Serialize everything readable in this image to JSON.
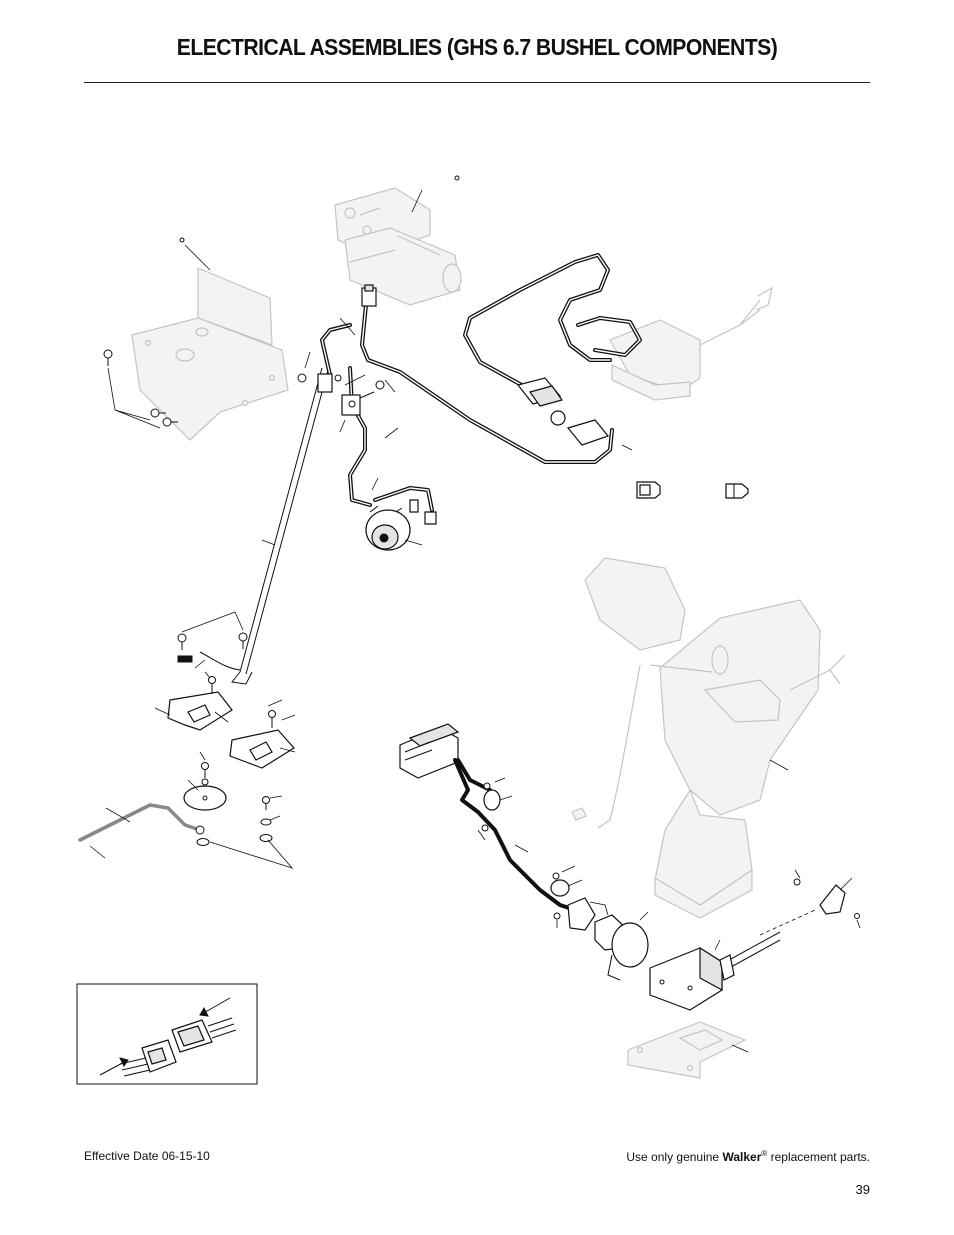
{
  "page": {
    "title": "ELECTRICAL ASSEMBLIES (GHS 6.7 BUSHEL COMPONENTS)",
    "footer": {
      "effective_date": "Effective Date 06-15-10",
      "notice_prefix": "Use only genuine",
      "brand": "Walker",
      "registered_mark": "®",
      "notice_suffix": "replacement parts."
    },
    "page_number": "39"
  },
  "diagram": {
    "type": "exploded parts diagram",
    "inset": "connector detail"
  }
}
